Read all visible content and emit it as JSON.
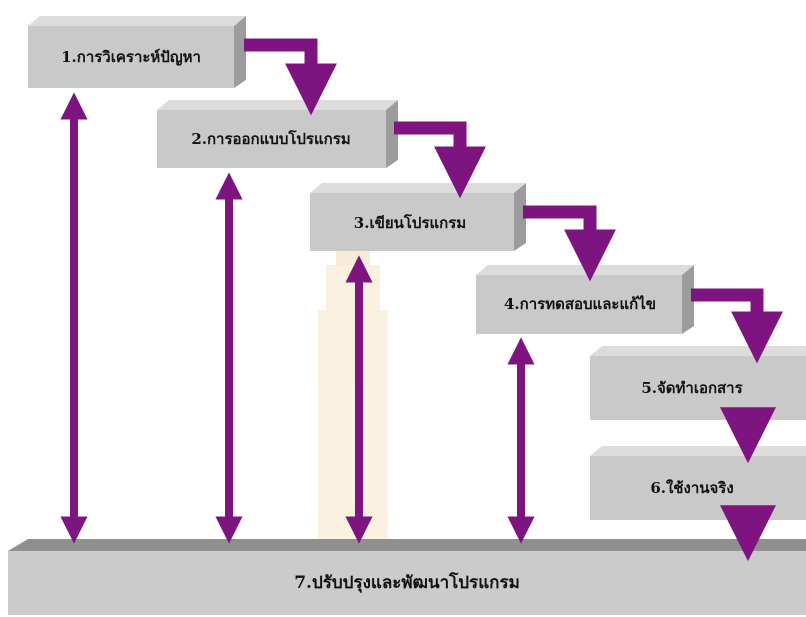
{
  "steps": [
    {
      "label": "1.การวิเคราะห์ปัญหา"
    },
    {
      "label": "2.การออกแบบโปรแกรม"
    },
    {
      "label": "3.เขียนโปรแกรม"
    },
    {
      "label": "4.การทดสอบและแก้ไข"
    },
    {
      "label": "5.จัดทำเอกสาร"
    },
    {
      "label": "6.ใช้งานจริง"
    }
  ],
  "base": {
    "label": "7.ปรับปรุงและพัฒนาโปรแกรม"
  },
  "colors": {
    "arrow": "#7e1480",
    "box_front": "#c9c9c9",
    "box_top": "#dcdcdc",
    "box_side": "#9c9c9c",
    "watermark": "#e7c88c"
  },
  "watermark": {
    "icon": "seal-watermark-icon"
  }
}
